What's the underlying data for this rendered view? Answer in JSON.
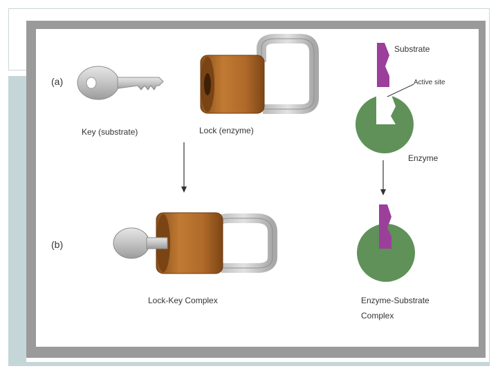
{
  "panel_labels": {
    "a": "(a)",
    "b": "(b)"
  },
  "labels": {
    "key": "Key (substrate)",
    "lock": "Lock (enzyme)",
    "substrate": "Substrate",
    "active_site": "Active site",
    "enzyme": "Enzyme",
    "lock_key_complex": "Lock-Key Complex",
    "enzyme_substrate_complex_line1": "Enzyme-Substrate",
    "enzyme_substrate_complex_line2": "Complex"
  },
  "colors": {
    "lock_body": "#b06a2a",
    "lock_shackle": "#c9c9c9",
    "key": "#c8c8c8",
    "substrate": "#9b3f9b",
    "enzyme": "#5f9159",
    "frame_band": "#c5d6d9"
  }
}
